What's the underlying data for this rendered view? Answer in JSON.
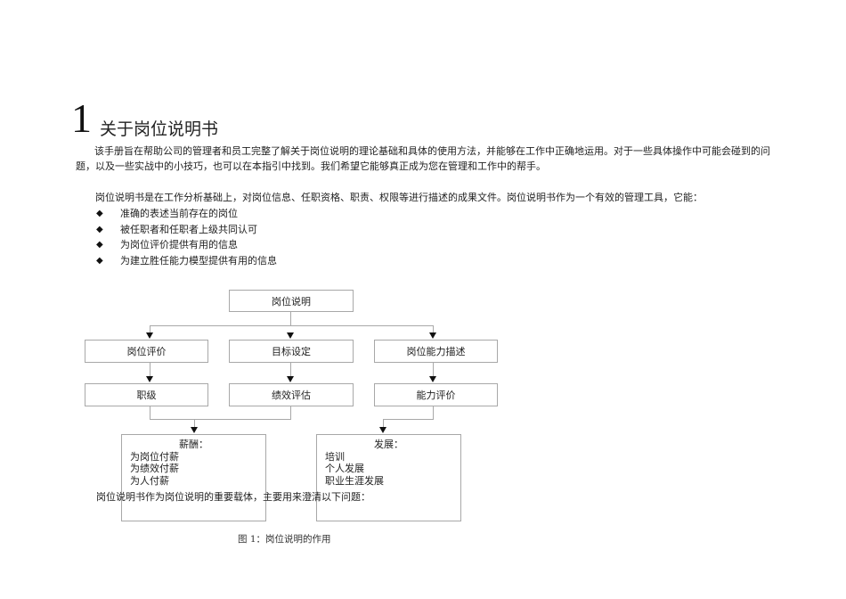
{
  "section": {
    "number": "1",
    "title": "关于岗位说明书"
  },
  "intro_paragraph": "该手册旨在帮助公司的管理者和员工完整了解关于岗位说明的理论基础和具体的使用方法，并能够在工作中正确地运用。对于一些具体操作中可能会碰到的问题，以及一些实战中的小技巧，也可以在本指引中找到。我们希望它能够真正成为您在管理和工作中的帮手。",
  "definition_paragraph": "岗位说明书是在工作分析基础上，对岗位信息、任职资格、职责、权限等进行描述的成果文件。岗位说明书作为一个有效的管理工具，它能：",
  "bullet_icon": "diamond-bullet",
  "bullets": [
    "准确的表述当前存在的岗位",
    "被任职者和任职者上级共同认可",
    "为岗位评价提供有用的信息",
    "为建立胜任能力模型提供有用的信息"
  ],
  "diagram": {
    "root": "岗位说明",
    "level2": [
      "岗位评价",
      "目标设定",
      "岗位能力描述"
    ],
    "level3": [
      "职级",
      "绩效评估",
      "能力评价"
    ],
    "compensation": {
      "title": "薪酬：",
      "items": [
        "为岗位付薪",
        "为绩效付薪",
        "为人付薪"
      ]
    },
    "development": {
      "title": "发展：",
      "items": [
        "培训",
        "个人发展",
        "职业生涯发展"
      ]
    },
    "line_color": "#a8a8a8",
    "arrow_color": "#111111"
  },
  "overlapping_text": "岗位说明书作为岗位说明的重要载体，主要用来澄清以下问题：",
  "figure_caption": "图 1：岗位说明的作用"
}
